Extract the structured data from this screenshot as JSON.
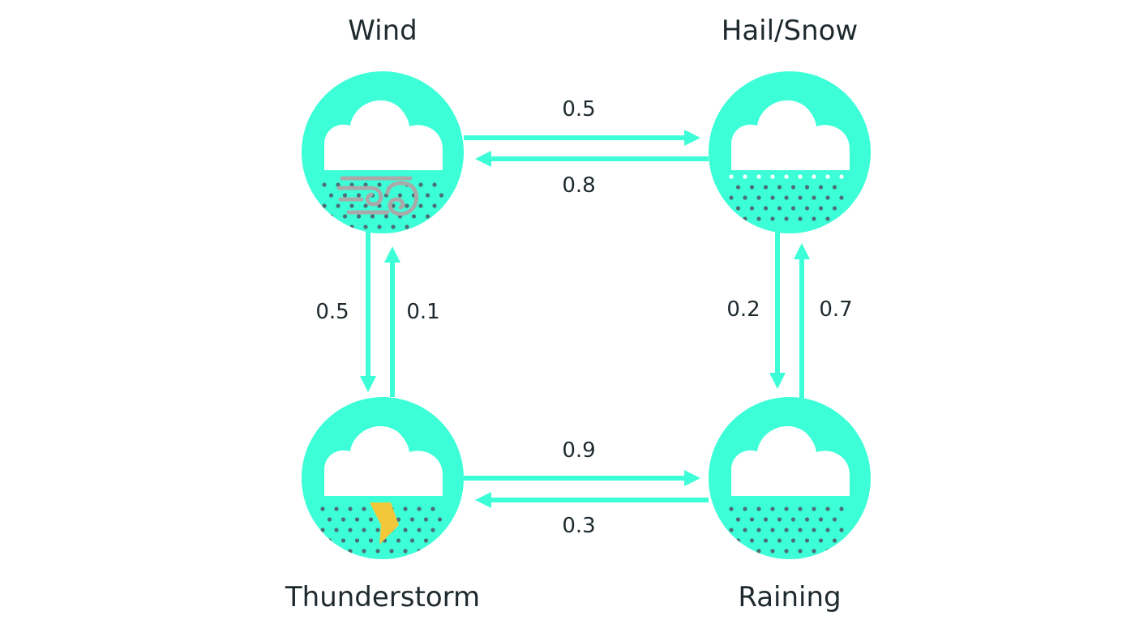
{
  "colors": {
    "node_fill": "#3cffd8",
    "arrow": "#3cffd8",
    "cloud": "#ffffff",
    "dots": "#4c6e74",
    "hail_dots": "#ffffff",
    "wind_swirl": "#a9a9a9",
    "lightning": "#f2c83a",
    "text": "#1e2a2e"
  },
  "states": {
    "wind": {
      "label": "Wind",
      "icon": "cloud-wind-icon"
    },
    "hail_snow": {
      "label": "Hail/Snow",
      "icon": "cloud-hail-icon"
    },
    "thunderstorm": {
      "label": "Thunderstorm",
      "icon": "cloud-lightning-icon"
    },
    "raining": {
      "label": "Raining",
      "icon": "cloud-rain-icon"
    }
  },
  "transitions": {
    "wind_to_hail": {
      "from": "Wind",
      "to": "Hail/Snow",
      "probability": "0.5"
    },
    "hail_to_wind": {
      "from": "Hail/Snow",
      "to": "Wind",
      "probability": "0.8"
    },
    "wind_to_thunderstorm": {
      "from": "Wind",
      "to": "Thunderstorm",
      "probability": "0.5"
    },
    "thunderstorm_to_wind": {
      "from": "Thunderstorm",
      "to": "Wind",
      "probability": "0.1"
    },
    "hail_to_raining": {
      "from": "Hail/Snow",
      "to": "Raining",
      "probability": "0.2"
    },
    "raining_to_hail": {
      "from": "Raining",
      "to": "Hail/Snow",
      "probability": "0.7"
    },
    "thunderstorm_to_raining": {
      "from": "Thunderstorm",
      "to": "Raining",
      "probability": "0.9"
    },
    "raining_to_thunderstorm": {
      "from": "Raining",
      "to": "Thunderstorm",
      "probability": "0.3"
    }
  }
}
